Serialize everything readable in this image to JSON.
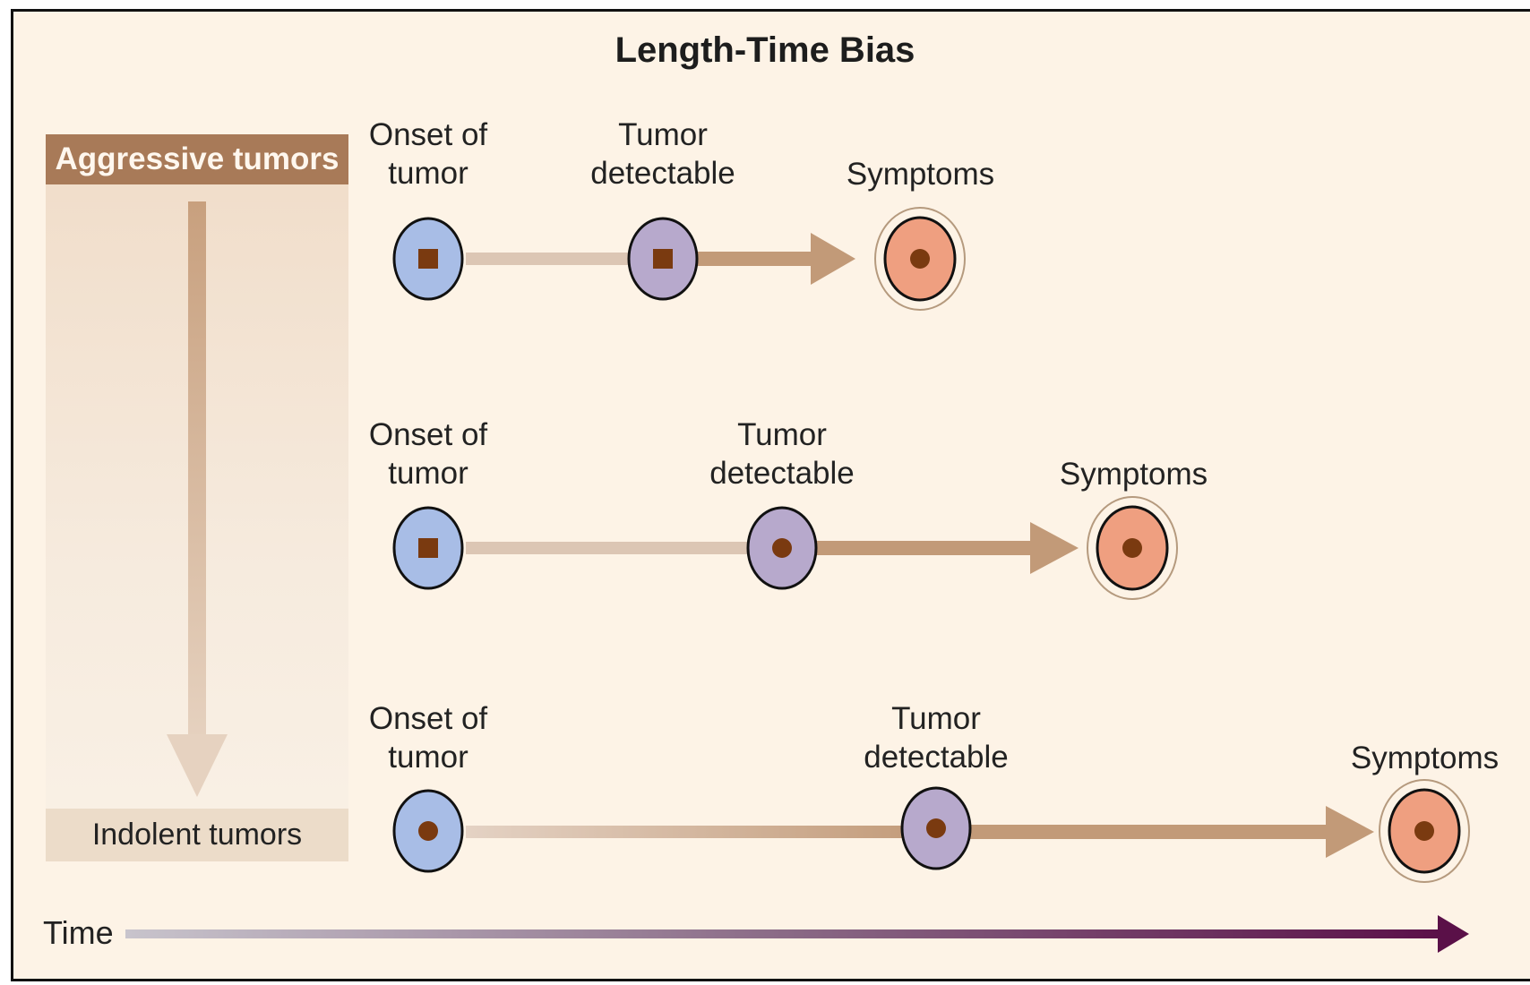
{
  "title": "Length-Time Bias",
  "left_panel": {
    "top_label": "Aggressive tumors",
    "bottom_label": "Indolent tumors"
  },
  "time_label": "Time",
  "rows": [
    {
      "onset": "Onset of\ntumor",
      "detectable": "Tumor\ndetectable",
      "symptoms": "Symptoms"
    },
    {
      "onset": "Onset of\ntumor",
      "detectable": "Tumor\ndetectable",
      "symptoms": "Symptoms"
    },
    {
      "onset": "Onset of\ntumor",
      "detectable": "Tumor\ndetectable",
      "symptoms": "Symptoms"
    }
  ],
  "colors": {
    "background": "#fdf3e6",
    "aggressive_header": "#a87a58",
    "arrow": "#c29a78",
    "early_cell": "#a8bde6",
    "detectable_cell": "#b7a9cc",
    "symptom_cell": "#ef9f80",
    "nucleus": "#7a3a10",
    "time_arrow": "#5a1048"
  }
}
